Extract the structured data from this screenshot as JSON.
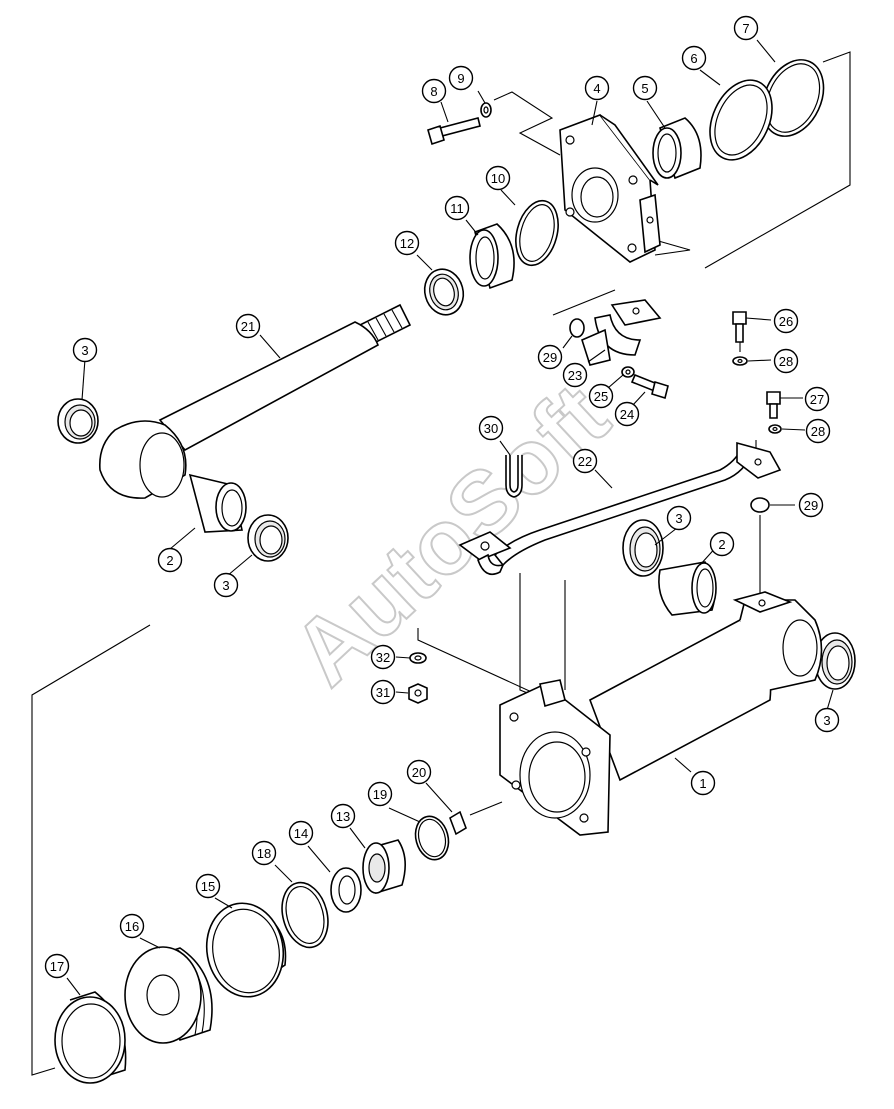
{
  "watermark": "AutoSoft",
  "callouts": [
    {
      "id": "c1",
      "label": "1"
    },
    {
      "id": "c2a",
      "label": "2"
    },
    {
      "id": "c2b",
      "label": "2"
    },
    {
      "id": "c3a",
      "label": "3"
    },
    {
      "id": "c3b",
      "label": "3"
    },
    {
      "id": "c3c",
      "label": "3"
    },
    {
      "id": "c3d",
      "label": "3"
    },
    {
      "id": "c4",
      "label": "4"
    },
    {
      "id": "c5",
      "label": "5"
    },
    {
      "id": "c6",
      "label": "6"
    },
    {
      "id": "c7",
      "label": "7"
    },
    {
      "id": "c8",
      "label": "8"
    },
    {
      "id": "c9",
      "label": "9"
    },
    {
      "id": "c10",
      "label": "10"
    },
    {
      "id": "c11",
      "label": "11"
    },
    {
      "id": "c12",
      "label": "12"
    },
    {
      "id": "c13",
      "label": "13"
    },
    {
      "id": "c14",
      "label": "14"
    },
    {
      "id": "c15",
      "label": "15"
    },
    {
      "id": "c16",
      "label": "16"
    },
    {
      "id": "c17",
      "label": "17"
    },
    {
      "id": "c18",
      "label": "18"
    },
    {
      "id": "c19",
      "label": "19"
    },
    {
      "id": "c20",
      "label": "20"
    },
    {
      "id": "c21",
      "label": "21"
    },
    {
      "id": "c22",
      "label": "22"
    },
    {
      "id": "c23",
      "label": "23"
    },
    {
      "id": "c24",
      "label": "24"
    },
    {
      "id": "c25",
      "label": "25"
    },
    {
      "id": "c26",
      "label": "26"
    },
    {
      "id": "c27",
      "label": "27"
    },
    {
      "id": "c28a",
      "label": "28"
    },
    {
      "id": "c28b",
      "label": "28"
    },
    {
      "id": "c29a",
      "label": "29"
    },
    {
      "id": "c29b",
      "label": "29"
    },
    {
      "id": "c30",
      "label": "30"
    },
    {
      "id": "c31",
      "label": "31"
    },
    {
      "id": "c32",
      "label": "32"
    }
  ]
}
